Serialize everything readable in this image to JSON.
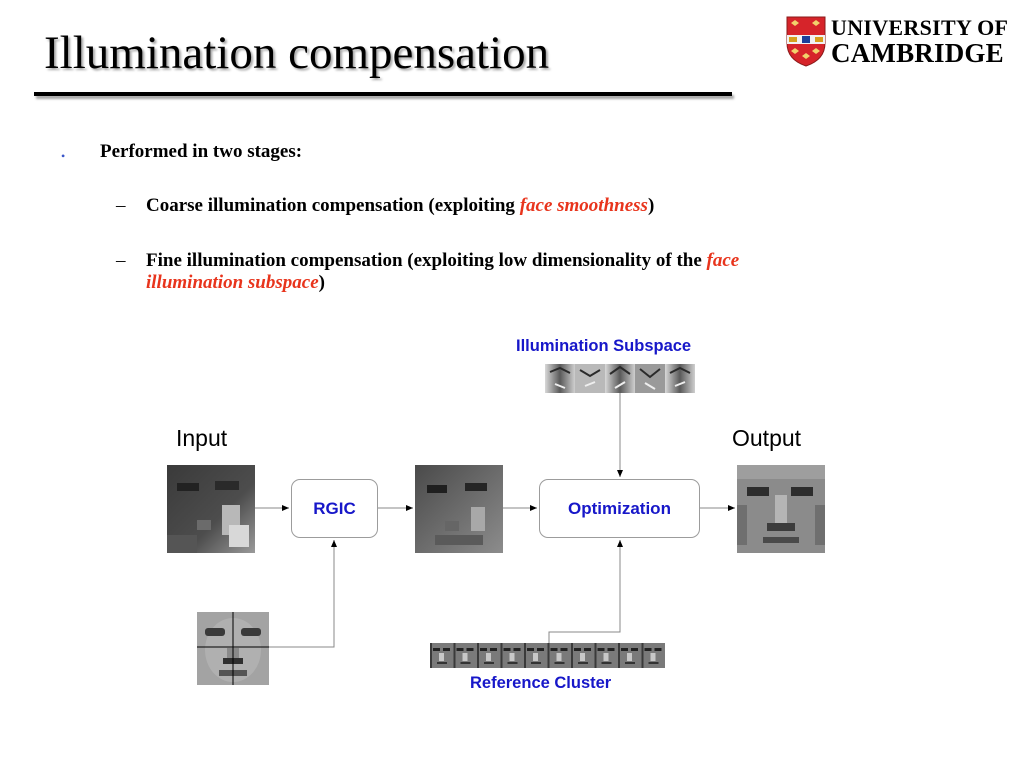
{
  "slide": {
    "title": "Illumination compensation",
    "logo": {
      "line1": "UNIVERSITY OF",
      "line2": "CAMBRIDGE",
      "icon": "university-crest"
    }
  },
  "bullets": {
    "main": "Performed in two stages:",
    "sub1": {
      "dash": "–",
      "text": "Coarse illumination compensation (exploiting ",
      "highlight": "face smoothness",
      "end": ")"
    },
    "sub2": {
      "dash": "–",
      "text": "Fine illumination compensation (exploiting low dimensionality of the ",
      "highlight_line1": "face",
      "highlight_line2": "illumination subspace",
      "end": ")"
    }
  },
  "diagram": {
    "input_label": "Input",
    "output_label": "Output",
    "rgic_label": "RGIC",
    "optimization_label": "Optimization",
    "illumination_subspace_label": "Illumination Subspace",
    "reference_cluster_label": "Reference Cluster"
  },
  "colors": {
    "accent_red": "#e8341c",
    "diagram_blue": "#1717c9",
    "bullet_blue": "#3a56c9",
    "box_border": "#9c9c9c"
  }
}
